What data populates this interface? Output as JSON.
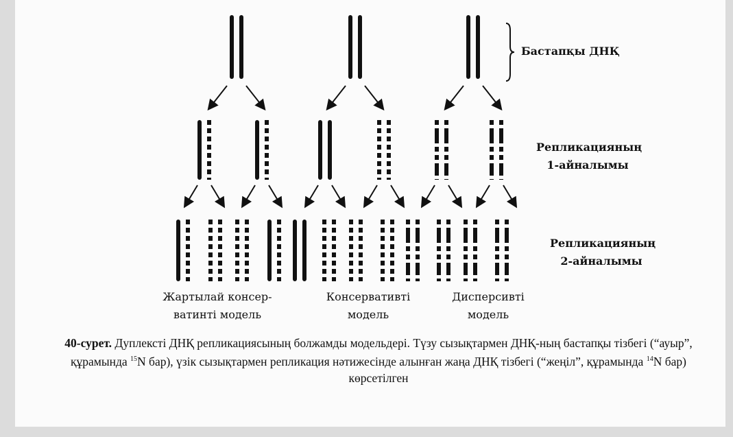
{
  "labels": {
    "original": "Бастапқы ДНҚ",
    "round1": [
      "Репликацияның",
      "1-айналымы"
    ],
    "round2": [
      "Репликацияның",
      "2-айналымы"
    ]
  },
  "models": [
    {
      "name": [
        "Жартылай консер-",
        "ватинті модель"
      ],
      "parent": "SS",
      "round1": [
        "SD",
        "SD"
      ],
      "round2": [
        "SD",
        "DD",
        "DD",
        "SD"
      ]
    },
    {
      "name": [
        "Консервативті",
        "модель"
      ],
      "parent": "SS",
      "round1": [
        "SS",
        "DD"
      ],
      "round2": [
        "SS",
        "DD",
        "DD",
        "DD"
      ]
    },
    {
      "name": [
        "Дисперсивті",
        "модель"
      ],
      "parent": "SS",
      "round1": [
        "MM",
        "MM"
      ],
      "round2": [
        "MM",
        "MM",
        "MM",
        "MM"
      ]
    }
  ],
  "caption": {
    "number": "40-сурет.",
    "text1": " Дуплексті ДНҚ репликациясының болжамды модельдері. Түзу сызықтармен ДНҚ-ның бастапқы тізбегі (“ауыр”, құрамында ",
    "sup1": "15",
    "text2": "N бар), үзік сызықтармен репликация нәтижесінде алынған жаңа ДНҚ тізбегі (“жеңіл”, құрамында ",
    "sup2": "14",
    "text3": "N бар) көрсетілген"
  }
}
